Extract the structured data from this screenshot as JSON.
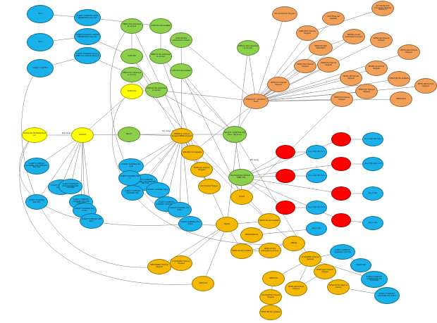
{
  "colors": {
    "blue": "#1ab0ea",
    "yellow": "#ffff00",
    "green": "#8ccf4b",
    "orange": "#f29f58",
    "red": "#ff0000",
    "amber": "#f5b800",
    "edge": "#777777"
  },
  "nodes": [
    {
      "id": "b1",
      "label": "SL 1",
      "color": "blue"
    },
    {
      "id": "b2",
      "label": "SL 2",
      "color": "blue"
    },
    {
      "id": "b3",
      "label": "CLIENT 1 GDPR 1",
      "color": "blue"
    },
    {
      "id": "b4",
      "label": "CLIENT COMPANY GDPR MEMBER Running Late",
      "color": "blue"
    },
    {
      "id": "b5",
      "label": "CLIENT COMPANY PHONE MEMBER Running Late",
      "color": "blue"
    },
    {
      "id": "b6",
      "label": "CLIENT COMPANY Privacy MBR Ch 1 Channel Stopped",
      "color": "blue"
    },
    {
      "id": "y1",
      "label": "SYNOLOG",
      "color": "yellow"
    },
    {
      "id": "y2",
      "label": "SYNOLOG ON PROD Note 1.0",
      "color": "yellow"
    },
    {
      "id": "y3",
      "label": "SYNC03",
      "color": "yellow"
    },
    {
      "id": "g1",
      "label": "OBM-C Not authorised to connect",
      "color": "green"
    },
    {
      "id": "g2",
      "label": "COM-O01 Not available",
      "color": "green"
    },
    {
      "id": "g3",
      "label": "COM-O02",
      "color": "green"
    },
    {
      "id": "g4",
      "label": "COM-O03 Not authorised to connect",
      "color": "green"
    },
    {
      "id": "g5",
      "label": "OBM-C2 Not authorised to connect",
      "color": "green"
    },
    {
      "id": "g6",
      "label": "COM-O04 Not available",
      "color": "green"
    },
    {
      "id": "g7",
      "label": "OBM-D Not authorised to connect",
      "color": "green"
    },
    {
      "id": "g8",
      "label": "OBM-D2 Not authorised to connect",
      "color": "green"
    },
    {
      "id": "g9",
      "label": "SPMO-C Not authorised to connect",
      "color": "green"
    },
    {
      "id": "g10",
      "label": "SELQT",
      "color": "green"
    },
    {
      "id": "g11",
      "label": "SELQT2 - CONTROL MQ Inbox - MQ Group",
      "color": "green"
    },
    {
      "id": "g12",
      "label": "MQ Replication DPMCR - TRBD VML",
      "color": "green"
    },
    {
      "id": "o1",
      "label": "WL-C8 Channel Stopped",
      "color": "orange"
    },
    {
      "id": "o2",
      "label": "CR-STAGE Not available",
      "color": "orange"
    },
    {
      "id": "o3",
      "label": "DC TAS Service Connection Stopped Warning 3",
      "color": "orange"
    },
    {
      "id": "o4",
      "label": "WEB-PA01 Channel Stopped",
      "color": "orange"
    },
    {
      "id": "o5",
      "label": "SRMSD-AS Not authorised to connect",
      "color": "orange"
    },
    {
      "id": "o6",
      "label": "SPMO-PA SDS INEXCEPTI",
      "color": "orange"
    },
    {
      "id": "o7",
      "label": "SPMO-QA Channel Stopped",
      "color": "orange"
    },
    {
      "id": "o8",
      "label": "SPMO-PA Channel Stopped",
      "color": "orange"
    },
    {
      "id": "o9",
      "label": "SPMO-PA2 Channel Stopped",
      "color": "orange"
    },
    {
      "id": "o10",
      "label": "SPMSC-Q Channel Stopped",
      "color": "orange"
    },
    {
      "id": "o11",
      "label": "SPMO-AB Channel Stopped",
      "color": "orange"
    },
    {
      "id": "o12",
      "label": "SPMO-QA2 Channel Stopped",
      "color": "orange"
    },
    {
      "id": "o13",
      "label": "SPMO-QB Not available",
      "color": "orange"
    },
    {
      "id": "o14",
      "label": "SPMO-QB Channel Stopped",
      "color": "orange"
    },
    {
      "id": "o15",
      "label": "SPMO-QC Channel Stopped",
      "color": "orange"
    },
    {
      "id": "o16",
      "label": "SPMO-QC2",
      "color": "orange"
    },
    {
      "id": "o17",
      "label": "SPMO-PA Channel Stopped",
      "color": "orange"
    },
    {
      "id": "o18",
      "label": "SPMO-FC Channel Stopped",
      "color": "orange"
    },
    {
      "id": "o19",
      "label": "SPMOQ-ST - QS-BTEST Stuck",
      "color": "orange"
    },
    {
      "id": "y4",
      "label": "SYNO4DEM-PRO-CMB MQ Group - MQ Group Connection",
      "color": "yellow"
    },
    {
      "id": "y5",
      "label": "SYNCQE",
      "color": "yellow"
    },
    {
      "id": "bl1",
      "label": "CLIENT COMPANY CHANNEL CON PRIMARY MQ-XCE",
      "color": "blue"
    },
    {
      "id": "bl2",
      "label": "CLIENT CHANNEL MQ-CHANNEL",
      "color": "blue"
    },
    {
      "id": "bl3",
      "label": "CLIENT CHANNEL DEV MQ",
      "color": "blue"
    },
    {
      "id": "bl4",
      "label": "CLIENT COMPANY CHANNEL MQ-XCE Connection",
      "color": "blue"
    },
    {
      "id": "bl5",
      "label": "CLIENT COMPANY QUEUE MANAGER CLUSTER",
      "color": "blue"
    },
    {
      "id": "bl6",
      "label": "CLIENT CHANNEL MQ-XCE 1",
      "color": "blue"
    },
    {
      "id": "bl7",
      "label": "CLIENT COMPANY SRV MQ 2",
      "color": "blue"
    },
    {
      "id": "bl8",
      "label": "CLIENT CHANNEL MQ-XCE",
      "color": "blue"
    },
    {
      "id": "bl9",
      "label": "CLIENT COMPANY CHANNEL CON PRIMARY MQ-XCE",
      "color": "blue"
    },
    {
      "id": "bl10",
      "label": "CLIENT CHANNEL MQ-1",
      "color": "blue"
    },
    {
      "id": "bl11",
      "label": "CLIENT COMPANY CHANNEL CON MQ-XCE",
      "color": "blue"
    },
    {
      "id": "bl12",
      "label": "CLIENT CHANNEL MQ-XCE 2",
      "color": "blue"
    },
    {
      "id": "bl13",
      "label": "CLIENT CHANNEL MQ 3",
      "color": "blue"
    },
    {
      "id": "bl14",
      "label": "CLIENT COMPANY CHANNEL MQ",
      "color": "blue"
    },
    {
      "id": "bl15",
      "label": "CLIENT CHANNEL MQ-XCE 4",
      "color": "blue"
    },
    {
      "id": "a1",
      "label": "MBL0001 Not available",
      "color": "amber"
    },
    {
      "id": "a2",
      "label": "SPMO-QC Channel Stopped",
      "color": "amber"
    },
    {
      "id": "a3",
      "label": "MQ Channel Stopped",
      "color": "amber"
    },
    {
      "id": "a4",
      "label": "MBRDS-E Channel Stopped MBNN stopped",
      "color": "amber"
    },
    {
      "id": "a5",
      "label": "SQ001",
      "color": "amber"
    },
    {
      "id": "a6",
      "label": "SQ002",
      "color": "amber"
    },
    {
      "id": "a7",
      "label": "SPMO-R1 Not available",
      "color": "amber"
    },
    {
      "id": "a8",
      "label": "MBXSTAREY01",
      "color": "amber"
    },
    {
      "id": "a9",
      "label": "SPMO-R1 Not available",
      "color": "amber"
    },
    {
      "id": "a10",
      "label": "SPMO-R2 Not authorised to connect",
      "color": "amber"
    },
    {
      "id": "a11",
      "label": "MBSQ1",
      "color": "amber"
    },
    {
      "id": "a12",
      "label": "COLDSMDS Channel Stopped",
      "color": "amber"
    },
    {
      "id": "a13",
      "label": "MBCR3MCE Channel Stopped",
      "color": "amber"
    },
    {
      "id": "a14",
      "label": "COLDSMDS Channel Stopped",
      "color": "amber"
    },
    {
      "id": "a15",
      "label": "SPMO-R3",
      "color": "amber"
    },
    {
      "id": "a16",
      "label": "SPMO-R4",
      "color": "amber"
    },
    {
      "id": "a17",
      "label": "COLDSMDS2 Channel Stopped",
      "color": "amber"
    },
    {
      "id": "a18",
      "label": "SPMO-QB Channel Stopped",
      "color": "amber"
    },
    {
      "id": "a19",
      "label": "SPMO-R5 Not available",
      "color": "amber"
    },
    {
      "id": "a20",
      "label": "SPMO-QC3 Channel Stopped",
      "color": "amber"
    },
    {
      "id": "a21",
      "label": "SPMO-R6 Not Right to connect",
      "color": "amber"
    },
    {
      "id": "r1",
      "label": "",
      "color": "red"
    },
    {
      "id": "r2",
      "label": "",
      "color": "red"
    },
    {
      "id": "r3",
      "label": "",
      "color": "red"
    },
    {
      "id": "r4",
      "label": "",
      "color": "red"
    },
    {
      "id": "r5",
      "label": "",
      "color": "red"
    },
    {
      "id": "r6",
      "label": "",
      "color": "red"
    },
    {
      "id": "r7",
      "label": "",
      "color": "red"
    },
    {
      "id": "c1",
      "label": "App 1 SQL MQ CH 1",
      "color": "blue"
    },
    {
      "id": "c2",
      "label": "App 1 SQL MQ CH 1",
      "color": "blue"
    },
    {
      "id": "c3",
      "label": "App 2 SQL MQ CH 2",
      "color": "blue"
    },
    {
      "id": "c4",
      "label": "App 2 SQL MQ CH 2",
      "color": "blue"
    },
    {
      "id": "c5",
      "label": "App 3 SQL MQ CH 3",
      "color": "blue"
    },
    {
      "id": "c6",
      "label": "App 3 SQL",
      "color": "blue"
    },
    {
      "id": "c7",
      "label": "App 4 SQL",
      "color": "blue"
    },
    {
      "id": "c8",
      "label": "App 4 SQL",
      "color": "blue"
    },
    {
      "id": "c9",
      "label": "CLIENT COMPANY CHANNEL CON MQ",
      "color": "blue"
    },
    {
      "id": "c10",
      "label": "CLIENT MQ",
      "color": "blue"
    },
    {
      "id": "c11",
      "label": "CLIENT COMPANY CONNECTION MQ CHANNEL",
      "color": "blue"
    },
    {
      "id": "c12",
      "label": "CLIENT COMPANY CHANNEL MQ-XCE 5",
      "color": "blue"
    }
  ],
  "edge_labels": [
    {
      "id": "el1",
      "text": "MQ Group - MQ Group Connection"
    },
    {
      "id": "el2",
      "text": "MQ Group - MQ Group Connection"
    },
    {
      "id": "el3",
      "text": "MQ Group"
    }
  ]
}
